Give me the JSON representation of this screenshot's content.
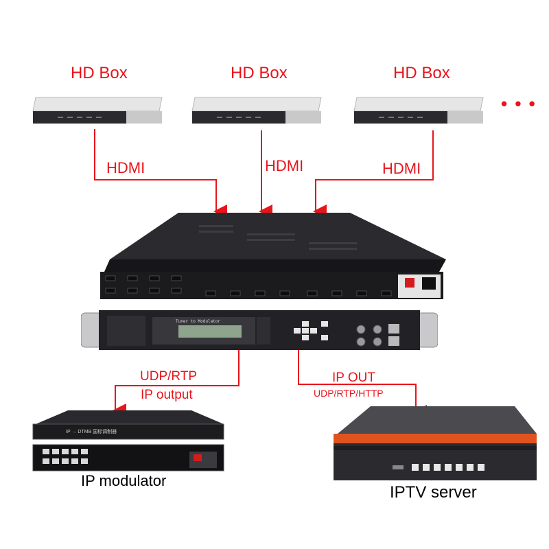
{
  "sources": [
    {
      "label": "HD Box"
    },
    {
      "label": "HD Box"
    },
    {
      "label": "HD Box"
    }
  ],
  "more_indicator": "• • •",
  "links": {
    "hdmi_1": "HDMI",
    "hdmi_2": "HDMI",
    "hdmi_3": "HDMI",
    "udp_rtp": "UDP/RTP",
    "ip_output": "IP  output",
    "ip_out": "IP OUT",
    "udp_rtp_http": "UDP/RTP/HTTP"
  },
  "device_lcd_text": "Tuner to Modulator",
  "modulator_panel_text": "IP → DTMB 国标调制器",
  "destinations": {
    "ip_modulator": "IP modulator",
    "iptv_server": "IPTV  server"
  },
  "colors": {
    "accent": "#e8141b",
    "device_body": "#1f1f22",
    "server_orange": "#e0531e"
  }
}
